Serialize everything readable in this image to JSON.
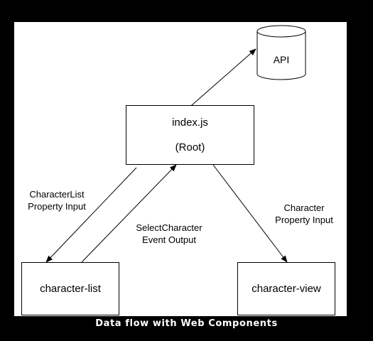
{
  "nodes": {
    "api": "API",
    "root_line1": "index.js",
    "root_line2": "(Root)",
    "list": "character-list",
    "view": "character-view"
  },
  "edges": {
    "list_input_1": "CharacterList",
    "list_input_2": "Property Input",
    "event_output_1": "SelectCharacter",
    "event_output_2": "Event Output",
    "view_input_1": "Character",
    "view_input_2": "Property Input"
  },
  "caption": "Data flow with Web Components"
}
